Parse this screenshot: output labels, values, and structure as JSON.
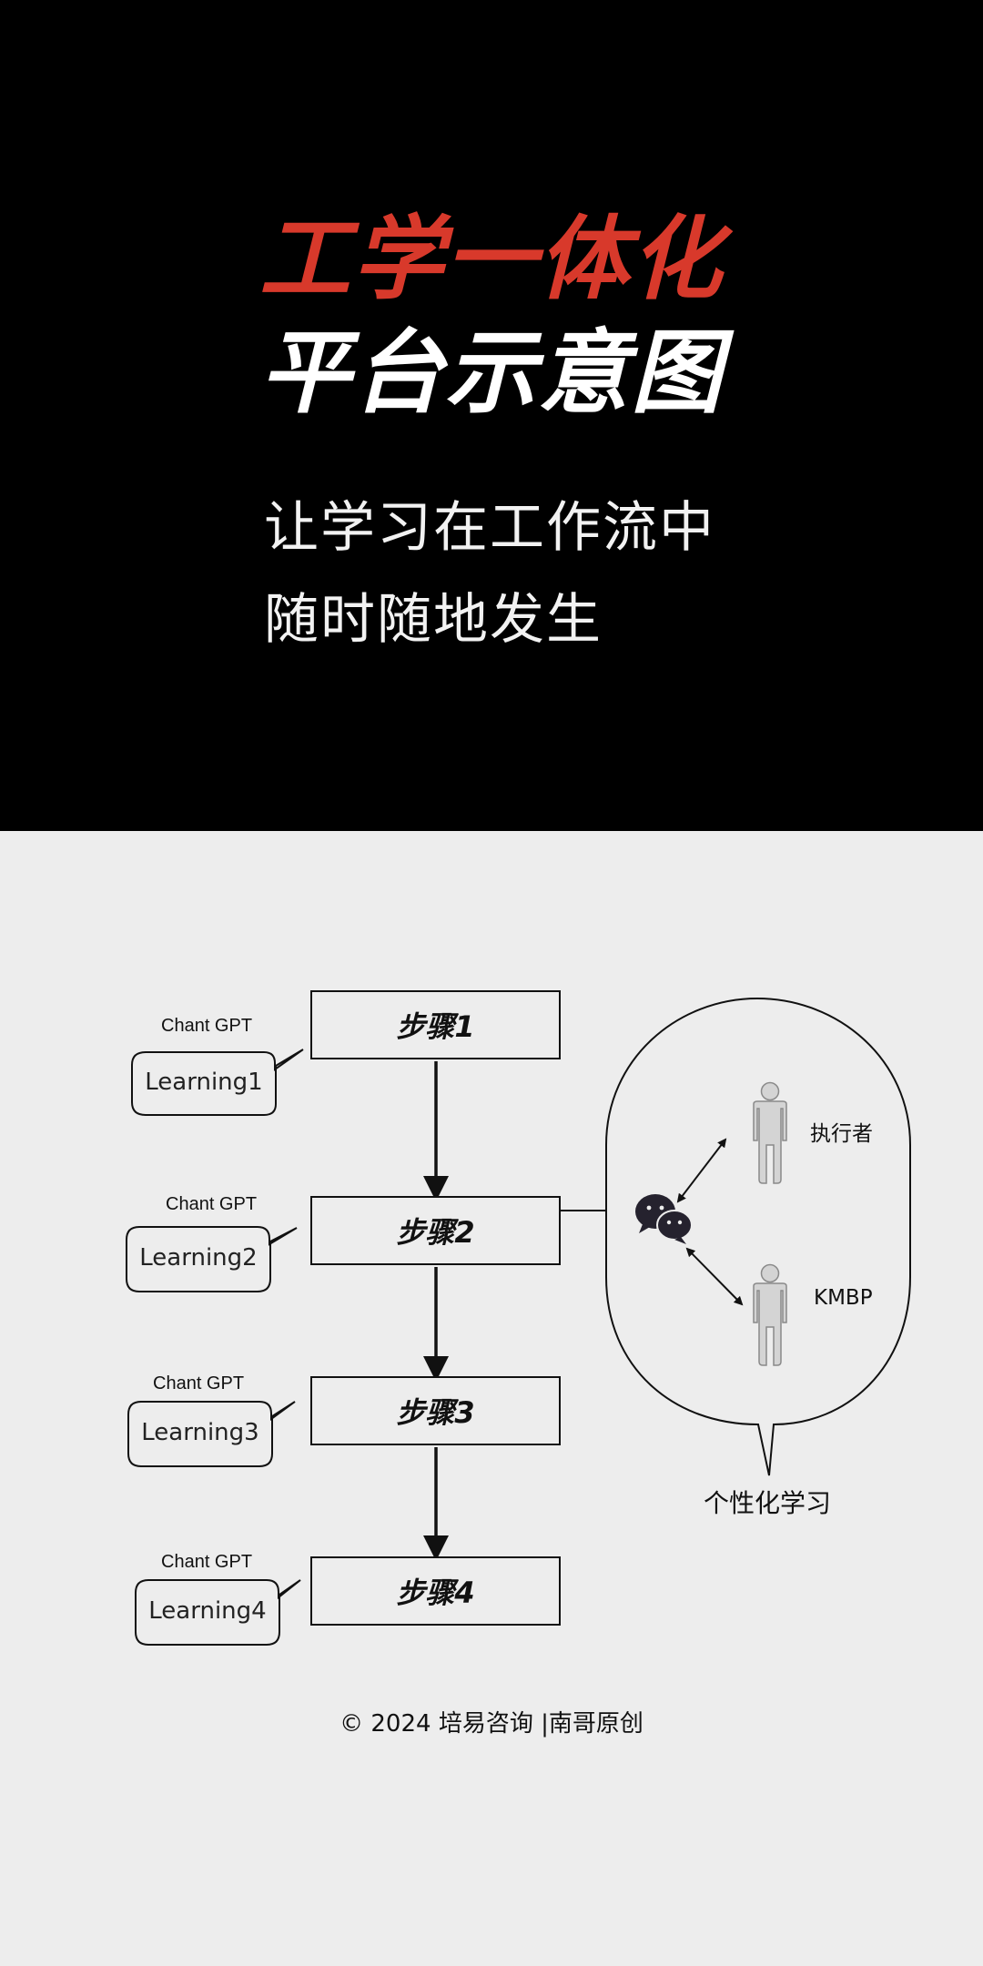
{
  "header": {
    "title_line1": "工学一体化",
    "title_line2": "平台示意图",
    "subtitle_line1": "让学习在工作流中",
    "subtitle_line2": "随时随地发生"
  },
  "flow": {
    "steps": [
      {
        "label": "步骤1",
        "gpt": "Chant GPT",
        "learning": "Learning1"
      },
      {
        "label": "步骤2",
        "gpt": "Chant GPT",
        "learning": "Learning2"
      },
      {
        "label": "步骤3",
        "gpt": "Chant GPT",
        "learning": "Learning3"
      },
      {
        "label": "步骤4",
        "gpt": "Chant GPT",
        "learning": "Learning4"
      }
    ]
  },
  "bubble": {
    "label": "个性化学习",
    "person1": "执行者",
    "person2": "KMBP",
    "chat_icon": "wechat-icon",
    "person_icon": "person-icon"
  },
  "footer": {
    "text": "© 2024 培易咨询 |南哥原创"
  },
  "colors": {
    "hero_bg": "#000000",
    "title_red": "#d8392b",
    "page_bg": "#ededed"
  }
}
